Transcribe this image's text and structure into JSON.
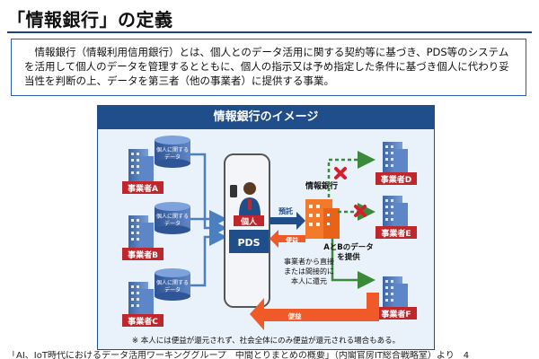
{
  "title": "「情報銀行」の定義",
  "definition": "情報銀行（情報利用信用銀行）とは、個人とのデータ活用に関する契約等に基づき、PDS等のシステムを活用して個人のデータを管理するとともに、個人の指示又は予め指定した条件に基づき個人に代わり妥当性を判断の上、データを第三者（他の事業者）に提供する事業。",
  "diagram": {
    "header": "情報銀行のイメージ",
    "data_label_line1": "個人に関する",
    "data_label_line2": "データ",
    "businesses_left": [
      "事業者A",
      "事業者B",
      "事業者C"
    ],
    "businesses_right": [
      "事業者D",
      "事業者E",
      "事業者F"
    ],
    "person_label": "個人",
    "pds_label": "PDS",
    "bank_label": "情報銀行",
    "deposit_label": "預託",
    "benefit_label": "便益",
    "provide_line1": "AとBのデータ",
    "provide_line2": "を提供",
    "return_line1": "事業者から直接",
    "return_line2": "または間接的に",
    "return_line3": "本人に還元",
    "note": "※ 本人には便益が還元されず、社会全体にのみ便益が還元される場合もある。",
    "colors": {
      "header": "#1f4e8a",
      "accent_orange": "#f05a28",
      "business_red": "#c0272d",
      "arrow_green": "#3a8a3a",
      "cross_red": "#d4202a"
    }
  },
  "footer": "「AI、IoT時代におけるデータ活用ワーキンググループ　中間とりまとめの概要」（内閣官房IT総合戦略室）より　4"
}
